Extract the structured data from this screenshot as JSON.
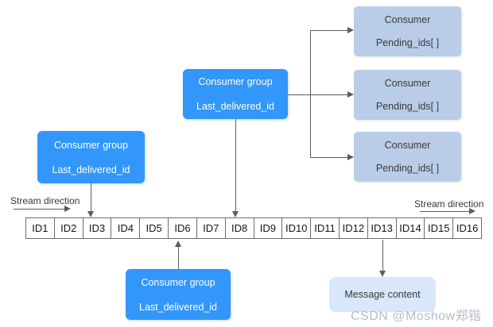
{
  "diagram": {
    "stream_direction_left": "Stream direction",
    "stream_direction_right": "Stream direction",
    "stream_ids": [
      "ID1",
      "ID2",
      "ID3",
      "ID4",
      "ID5",
      "ID6",
      "ID7",
      "ID8",
      "ID9",
      "ID10",
      "ID11",
      "ID12",
      "ID13",
      "ID14",
      "ID15",
      "ID16"
    ],
    "consumer_groups": [
      {
        "title": "Consumer group",
        "subtitle": "Last_delivered_id"
      },
      {
        "title": "Consumer group",
        "subtitle": "Last_delivered_id"
      },
      {
        "title": "Consumer group",
        "subtitle": "Last_delivered_id"
      }
    ],
    "consumers": [
      {
        "title": "Consumer",
        "subtitle": "Pending_ids[ ]"
      },
      {
        "title": "Consumer",
        "subtitle": "Pending_ids[ ]"
      },
      {
        "title": "Consumer",
        "subtitle": "Pending_ids[ ]"
      }
    ],
    "message_box_label": "Message content",
    "watermark": "CSDN @Moshow郑锴"
  },
  "colors": {
    "group_box": "#3296fa",
    "consumer_box": "#b9cde9",
    "message_box": "#d9e7fa",
    "connector": "#5c5c5c",
    "stream_border": "#6e6e6e",
    "watermark": "#b6bdc7"
  }
}
